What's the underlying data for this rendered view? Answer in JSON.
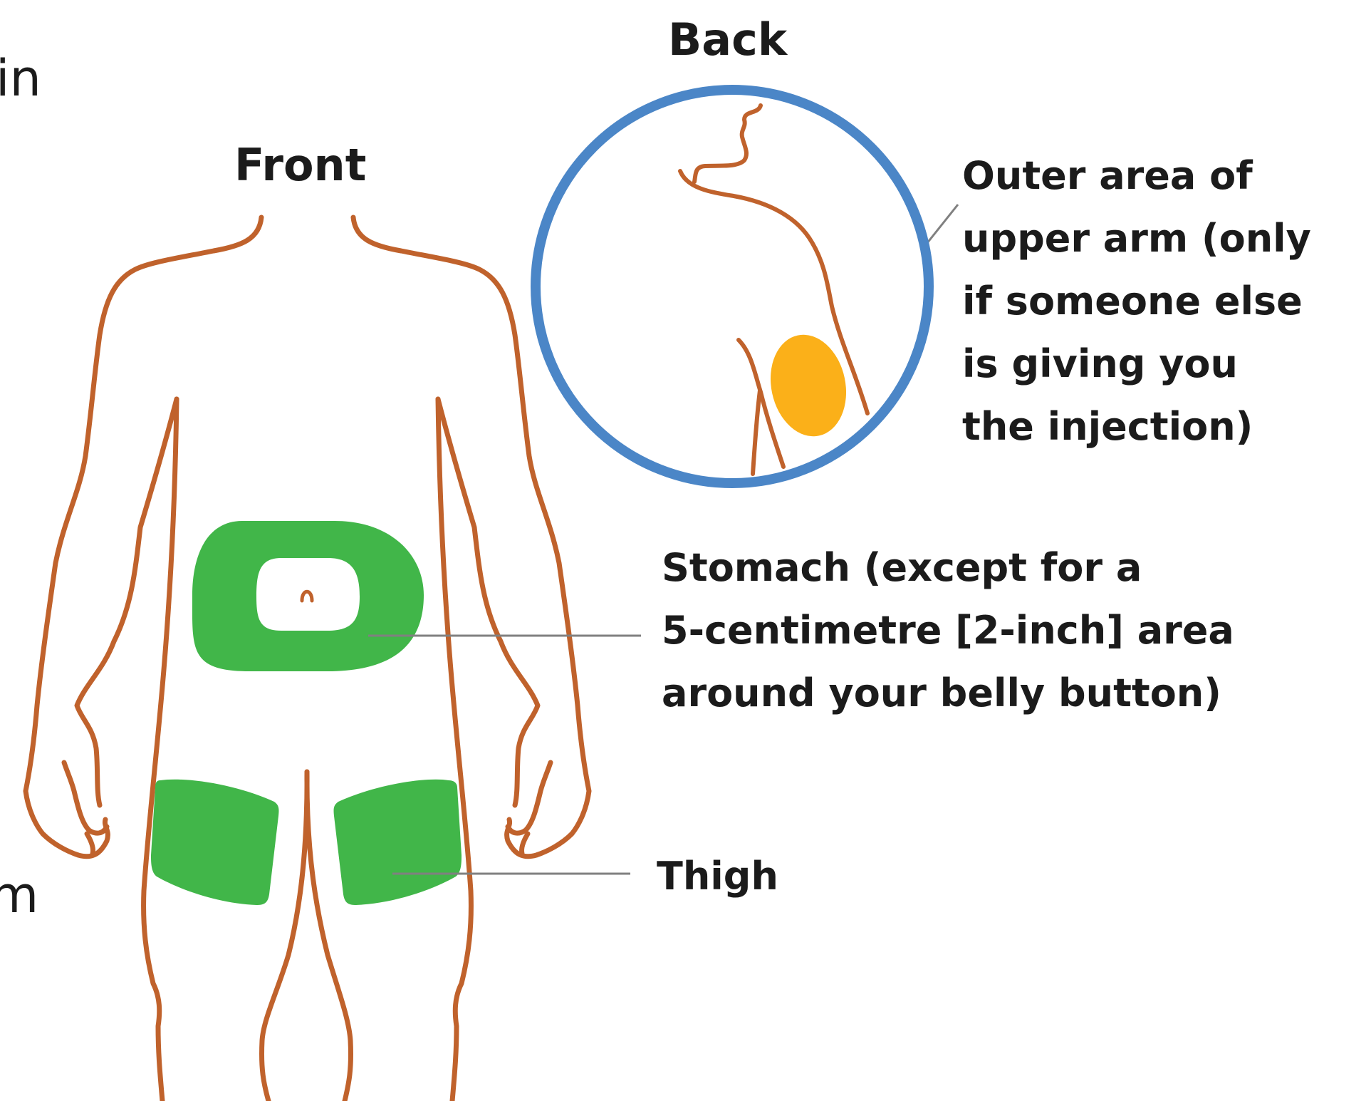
{
  "edge_fragments": {
    "top_left": "in",
    "bottom_left": "m"
  },
  "views": {
    "front_title": "Front",
    "back_title": "Back"
  },
  "callouts": {
    "upper_arm": [
      "Outer area of",
      "upper arm (only",
      "if someone else",
      "is giving you",
      "the injection)"
    ],
    "stomach": [
      "Stomach (except for a",
      "5-centimetre [2-inch] area",
      "around your belly button)"
    ],
    "thigh": "Thigh"
  },
  "colors": {
    "body_outline": "#c0622c",
    "injection_site": "#41b649",
    "arm_site": "#fbb019",
    "back_circle": "#4b86c7",
    "leader_line": "#808080",
    "text": "#1b1b1b"
  }
}
